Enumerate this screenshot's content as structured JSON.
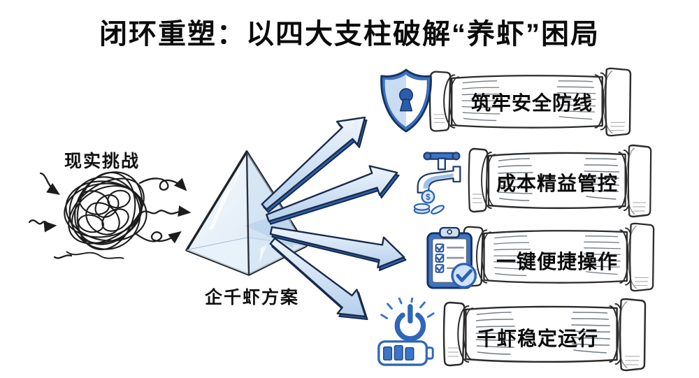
{
  "title": "闭环重塑：以四大支柱破解“养虾”困局",
  "challenge": {
    "label": "现实挑战"
  },
  "solution": {
    "label": "企千虾方案"
  },
  "pillars": [
    {
      "label": "筑牢安全防线",
      "icon": "shield-lock-icon"
    },
    {
      "label": "成本精益管控",
      "icon": "faucet-coins-icon"
    },
    {
      "label": "一键便捷操作",
      "icon": "checklist-check-icon"
    },
    {
      "label": "千虾稳定运行",
      "icon": "power-battery-icon"
    }
  ],
  "coin_symbol": "$",
  "colors": {
    "accent_blue": "#3d74c6",
    "deep_blue": "#2a5cb0",
    "arrow_fill_light": "#d9e7f6",
    "arrow_edge_dark": "#2f63ac",
    "ink": "#111111",
    "background": "#ffffff"
  }
}
